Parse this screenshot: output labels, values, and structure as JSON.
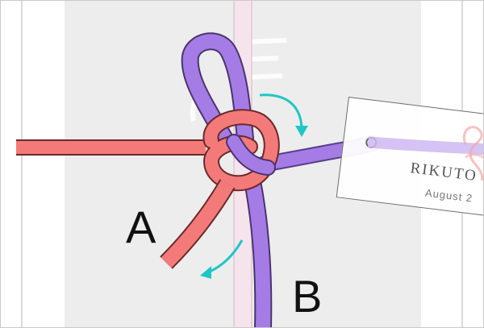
{
  "labels": {
    "end_a": "A",
    "end_b": "B"
  },
  "tag": {
    "name": "RIKUTO",
    "date": "August 2"
  },
  "colors": {
    "cord_a": "#f47a7a",
    "cord_b": "#a57ce6",
    "arrow": "#1fc6c6",
    "paper": "#ededed",
    "envelope_line": "#cfcfcf"
  },
  "icons": {
    "tag_motif": "flamingo-icon"
  }
}
